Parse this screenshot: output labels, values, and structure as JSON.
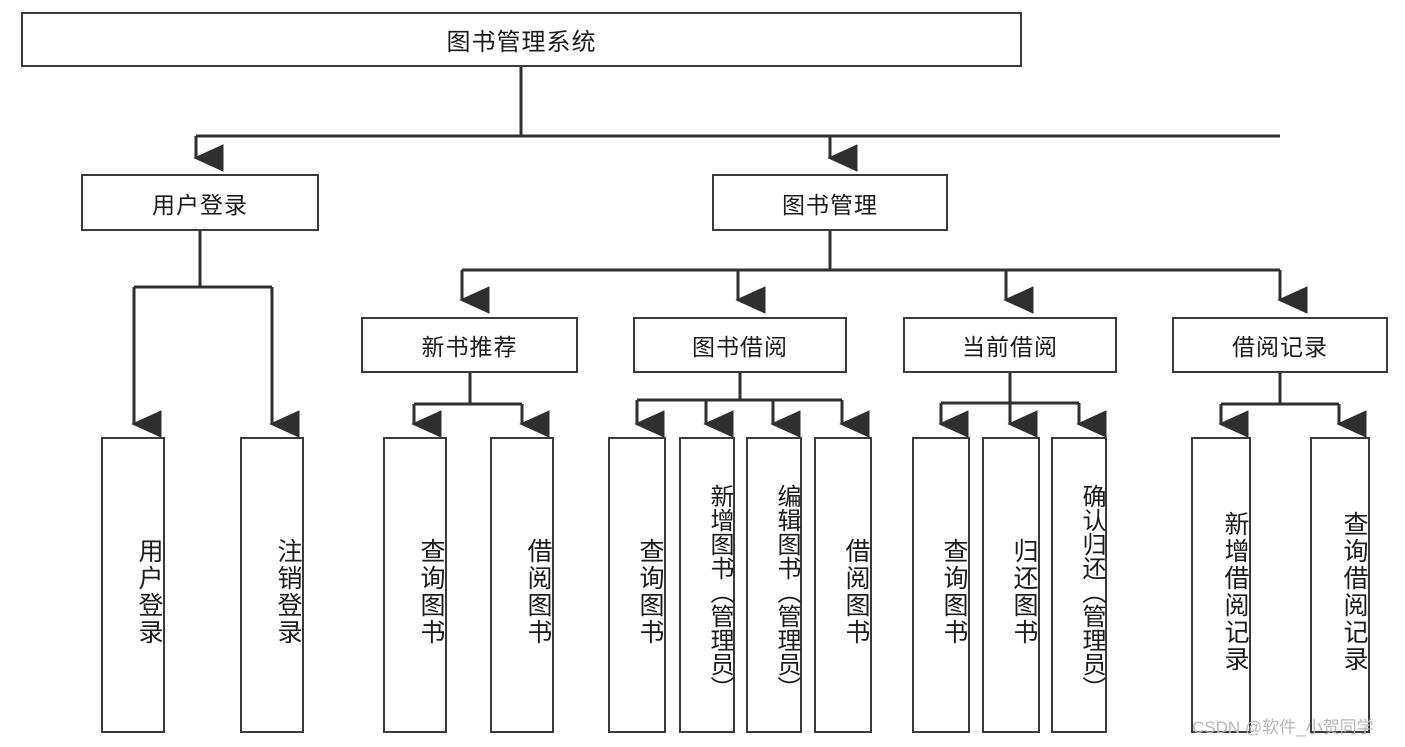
{
  "diagram": {
    "title": "图书管理系统",
    "type": "hierarchy-tree",
    "watermark": "CSDN @软件_小贺同学",
    "colors": {
      "box_border": "#3a3a3a",
      "box_fill": "#ffffff",
      "connector": "#2f2f2f",
      "text": "#1b1b1b",
      "watermark": "#b6b6b6"
    },
    "levels": {
      "root": "图书管理系统",
      "level2": [
        "用户登录",
        "图书管理"
      ],
      "level3": [
        "新书推荐",
        "图书借阅",
        "当前借阅",
        "借阅记录"
      ]
    },
    "nodes": {
      "root": {
        "label": "图书管理系统"
      },
      "user_login": {
        "label": "用户登录"
      },
      "book_manage": {
        "label": "图书管理"
      },
      "new_book_rec": {
        "label": "新书推荐"
      },
      "book_borrow": {
        "label": "图书借阅"
      },
      "current_borrow": {
        "label": "当前借阅"
      },
      "borrow_record": {
        "label": "借阅记录"
      },
      "leaf_user_login": {
        "label": "用户登录"
      },
      "leaf_logout": {
        "label": "注销登录"
      },
      "leaf_query_book_1": {
        "label": "查询图书"
      },
      "leaf_borrow_book_1": {
        "label": "借阅图书"
      },
      "leaf_query_book_2": {
        "label": "查询图书"
      },
      "leaf_add_book": {
        "label": "新增图书（管理员）"
      },
      "leaf_edit_book": {
        "label": "编辑图书（管理员）"
      },
      "leaf_borrow_book_2": {
        "label": "借阅图书"
      },
      "leaf_query_book_3": {
        "label": "查询图书"
      },
      "leaf_return_book": {
        "label": "归还图书"
      },
      "leaf_confirm_return": {
        "label": "确认归还（管理员）"
      },
      "leaf_add_record": {
        "label": "新增借阅记录"
      },
      "leaf_query_record": {
        "label": "查询借阅记录"
      }
    }
  }
}
